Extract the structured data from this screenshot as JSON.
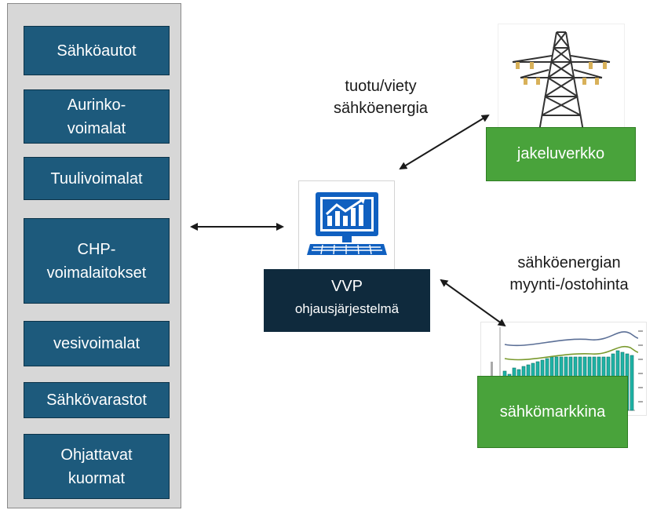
{
  "resources": [
    "Sähköautot",
    "Aurinko-\nvoimalat",
    "Tuulivoimalat",
    "CHP-\nvoimalaitokset",
    "vesivoimalat",
    "Sähkövarastot",
    "Ohjattavat\nkuormat"
  ],
  "vvp": {
    "title": "VVP",
    "subtitle": "ohjausjärjestelmä"
  },
  "grid": {
    "label": "jakeluverkko",
    "icon": "power-pylon-icon"
  },
  "market": {
    "label": "sähkömarkkina",
    "icon": "price-chart-thumbnail"
  },
  "arrows": {
    "grid_flow": "tuotu/viety\nsähköenergia",
    "market_flow": "sähköenergian\nmyynti-/ostohinta"
  },
  "colors": {
    "resource_box": "#1d5a7c",
    "vvp_box": "#0f2a3d",
    "green_box": "#49a33b",
    "icon_blue": "#1060c0"
  }
}
